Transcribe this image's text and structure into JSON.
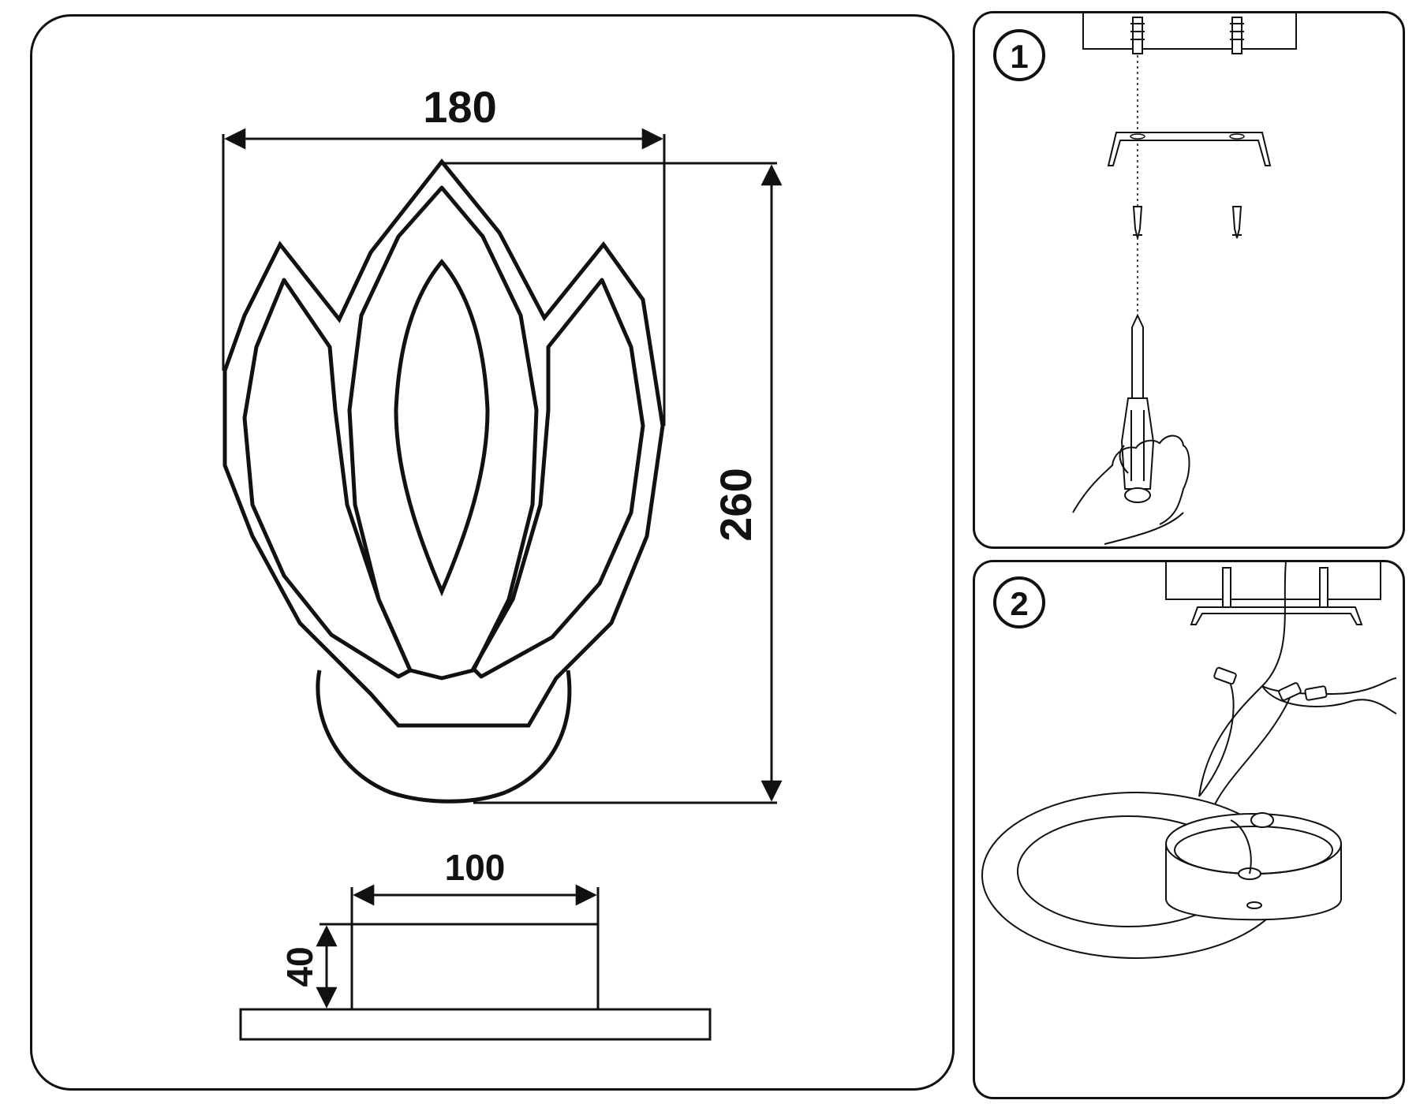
{
  "dimensions": {
    "width_label": "180",
    "height_label": "260",
    "base_width_label": "100",
    "base_depth_label": "40"
  },
  "steps": [
    {
      "number": "1"
    },
    {
      "number": "2"
    }
  ],
  "colors": {
    "line": "#111111",
    "background": "#ffffff"
  }
}
